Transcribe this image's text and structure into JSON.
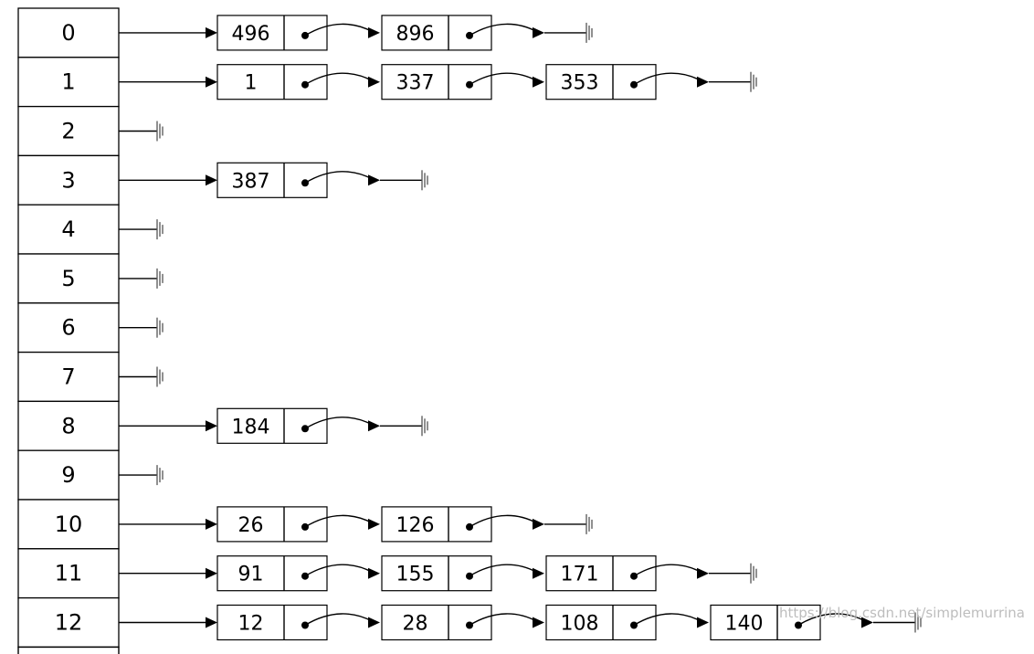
{
  "table": {
    "buckets": [
      {
        "index": "0",
        "nodes": [
          "496",
          "896"
        ]
      },
      {
        "index": "1",
        "nodes": [
          "1",
          "337",
          "353"
        ]
      },
      {
        "index": "2",
        "nodes": []
      },
      {
        "index": "3",
        "nodes": [
          "387"
        ]
      },
      {
        "index": "4",
        "nodes": []
      },
      {
        "index": "5",
        "nodes": []
      },
      {
        "index": "6",
        "nodes": []
      },
      {
        "index": "7",
        "nodes": []
      },
      {
        "index": "8",
        "nodes": [
          "184"
        ]
      },
      {
        "index": "9",
        "nodes": []
      },
      {
        "index": "10",
        "nodes": [
          "26",
          "126"
        ]
      },
      {
        "index": "11",
        "nodes": [
          "91",
          "155",
          "171"
        ]
      },
      {
        "index": "12",
        "nodes": [
          "12",
          "28",
          "108",
          "140"
        ]
      }
    ]
  },
  "watermark": "https://blog.csdn.net/simplemurrina"
}
